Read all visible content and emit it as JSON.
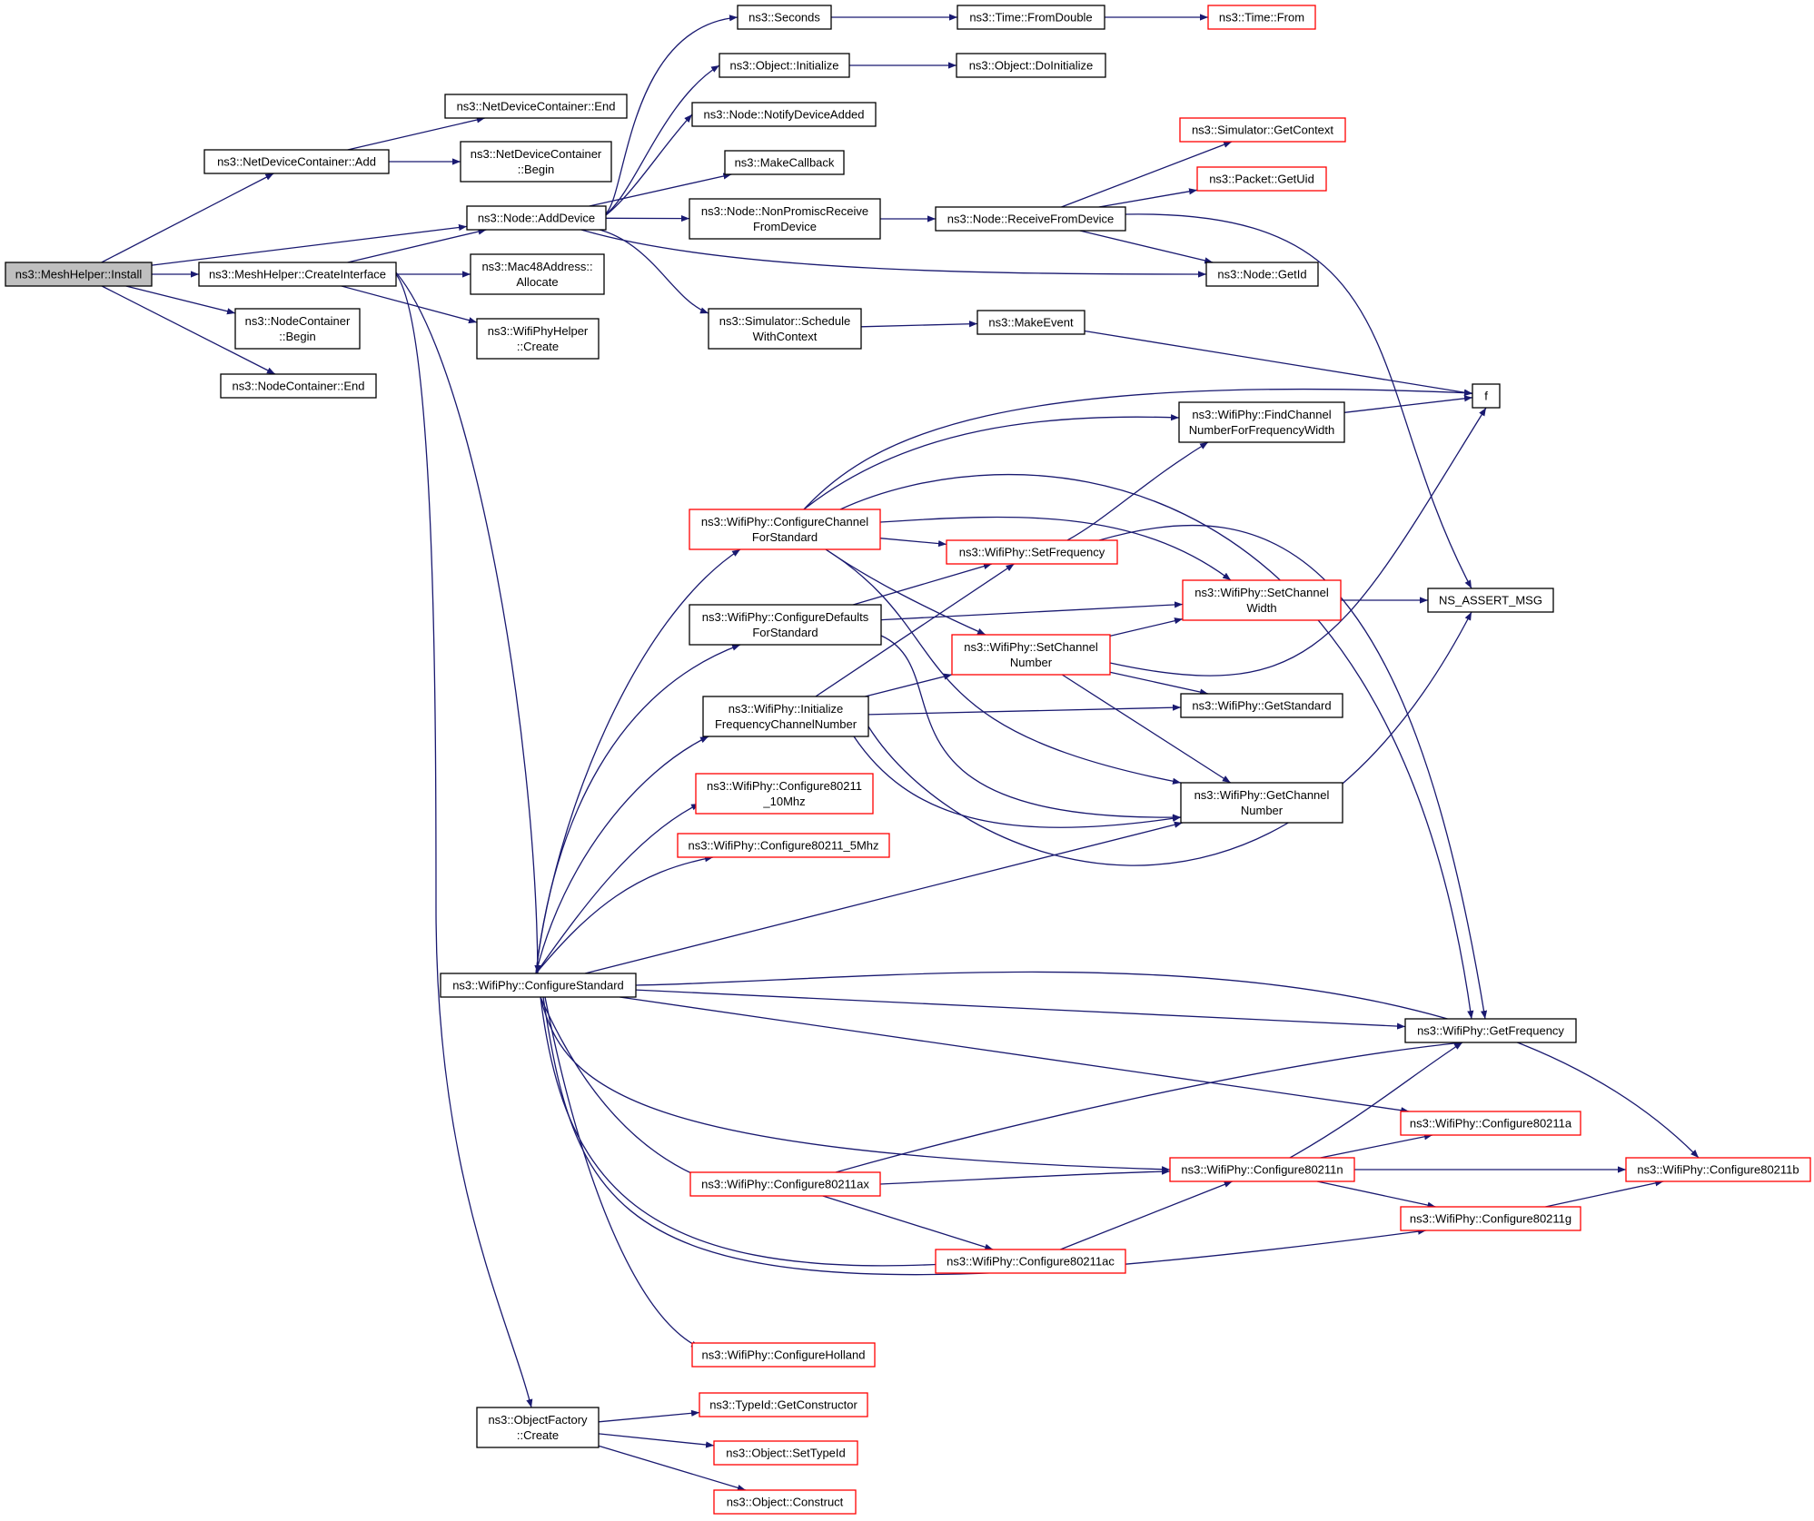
{
  "colors": {
    "edge": "#191970",
    "root_fill": "#bfbfbf",
    "node_fill": "#ffffff",
    "documented_border": "#000000",
    "undocumented_border": "#ff0000"
  },
  "nodes": [
    {
      "id": "install",
      "lines": [
        "ns3::MeshHelper::Install"
      ],
      "kind": "root"
    },
    {
      "id": "ndc_add",
      "lines": [
        "ns3::NetDeviceContainer::Add"
      ],
      "kind": "normal"
    },
    {
      "id": "ndc_end",
      "lines": [
        "ns3::NetDeviceContainer::End"
      ],
      "kind": "normal"
    },
    {
      "id": "ndc_begin",
      "lines": [
        "ns3::NetDeviceContainer",
        "::Begin"
      ],
      "kind": "normal"
    },
    {
      "id": "node_adddevice",
      "lines": [
        "ns3::Node::AddDevice"
      ],
      "kind": "normal"
    },
    {
      "id": "createinterface",
      "lines": [
        "ns3::MeshHelper::CreateInterface"
      ],
      "kind": "normal"
    },
    {
      "id": "nc_begin",
      "lines": [
        "ns3::NodeContainer",
        "::Begin"
      ],
      "kind": "normal"
    },
    {
      "id": "nc_end",
      "lines": [
        "ns3::NodeContainer::End"
      ],
      "kind": "normal"
    },
    {
      "id": "seconds",
      "lines": [
        "ns3::Seconds"
      ],
      "kind": "normal"
    },
    {
      "id": "time_fromdouble",
      "lines": [
        "ns3::Time::FromDouble"
      ],
      "kind": "normal"
    },
    {
      "id": "time_from",
      "lines": [
        "ns3::Time::From"
      ],
      "kind": "red"
    },
    {
      "id": "obj_initialize",
      "lines": [
        "ns3::Object::Initialize"
      ],
      "kind": "normal"
    },
    {
      "id": "obj_doinitialize",
      "lines": [
        "ns3::Object::DoInitialize"
      ],
      "kind": "normal"
    },
    {
      "id": "node_notify",
      "lines": [
        "ns3::Node::NotifyDeviceAdded"
      ],
      "kind": "normal"
    },
    {
      "id": "makecallback",
      "lines": [
        "ns3::MakeCallback"
      ],
      "kind": "normal"
    },
    {
      "id": "sim_getcontext",
      "lines": [
        "ns3::Simulator::GetContext"
      ],
      "kind": "red"
    },
    {
      "id": "packet_getuid",
      "lines": [
        "ns3::Packet::GetUid"
      ],
      "kind": "red"
    },
    {
      "id": "node_nonpromisc",
      "lines": [
        "ns3::Node::NonPromiscReceive",
        "FromDevice"
      ],
      "kind": "normal"
    },
    {
      "id": "node_receive",
      "lines": [
        "ns3::Node::ReceiveFromDevice"
      ],
      "kind": "normal"
    },
    {
      "id": "mac48_allocate",
      "lines": [
        "ns3::Mac48Address::",
        "Allocate"
      ],
      "kind": "normal"
    },
    {
      "id": "node_getid",
      "lines": [
        "ns3::Node::GetId"
      ],
      "kind": "normal"
    },
    {
      "id": "wifiphyhelper_create",
      "lines": [
        "ns3::WifiPhyHelper",
        "::Create"
      ],
      "kind": "normal"
    },
    {
      "id": "sim_schedule",
      "lines": [
        "ns3::Simulator::Schedule",
        "WithContext"
      ],
      "kind": "normal"
    },
    {
      "id": "makeevent",
      "lines": [
        "ns3::MakeEvent"
      ],
      "kind": "normal"
    },
    {
      "id": "f",
      "lines": [
        "f"
      ],
      "kind": "normal"
    },
    {
      "id": "findchannel",
      "lines": [
        "ns3::WifiPhy::FindChannel",
        "NumberForFrequencyWidth"
      ],
      "kind": "normal"
    },
    {
      "id": "cfgchannel",
      "lines": [
        "ns3::WifiPhy::ConfigureChannel",
        "ForStandard"
      ],
      "kind": "red"
    },
    {
      "id": "setfrequency",
      "lines": [
        "ns3::WifiPhy::SetFrequency"
      ],
      "kind": "red"
    },
    {
      "id": "setchannelwidth",
      "lines": [
        "ns3::WifiPhy::SetChannel",
        "Width"
      ],
      "kind": "red"
    },
    {
      "id": "ns_assert",
      "lines": [
        "NS_ASSERT_MSG"
      ],
      "kind": "normal"
    },
    {
      "id": "cfgdefaults",
      "lines": [
        "ns3::WifiPhy::ConfigureDefaults",
        "ForStandard"
      ],
      "kind": "normal"
    },
    {
      "id": "setchannelnumber",
      "lines": [
        "ns3::WifiPhy::SetChannel",
        "Number"
      ],
      "kind": "red"
    },
    {
      "id": "initfreq",
      "lines": [
        "ns3::WifiPhy::Initialize",
        "FrequencyChannelNumber"
      ],
      "kind": "normal"
    },
    {
      "id": "getstandard",
      "lines": [
        "ns3::WifiPhy::GetStandard"
      ],
      "kind": "normal"
    },
    {
      "id": "cfg10mhz",
      "lines": [
        "ns3::WifiPhy::Configure80211",
        "_10Mhz"
      ],
      "kind": "red"
    },
    {
      "id": "getchannelnumber",
      "lines": [
        "ns3::WifiPhy::GetChannel",
        "Number"
      ],
      "kind": "normal"
    },
    {
      "id": "cfg5mhz",
      "lines": [
        "ns3::WifiPhy::Configure80211_5Mhz"
      ],
      "kind": "red"
    },
    {
      "id": "cfgstandard",
      "lines": [
        "ns3::WifiPhy::ConfigureStandard"
      ],
      "kind": "normal"
    },
    {
      "id": "getfrequency",
      "lines": [
        "ns3::WifiPhy::GetFrequency"
      ],
      "kind": "normal"
    },
    {
      "id": "cfg80211a",
      "lines": [
        "ns3::WifiPhy::Configure80211a"
      ],
      "kind": "red"
    },
    {
      "id": "cfg80211n",
      "lines": [
        "ns3::WifiPhy::Configure80211n"
      ],
      "kind": "red"
    },
    {
      "id": "cfg80211b",
      "lines": [
        "ns3::WifiPhy::Configure80211b"
      ],
      "kind": "red"
    },
    {
      "id": "cfg80211ax",
      "lines": [
        "ns3::WifiPhy::Configure80211ax"
      ],
      "kind": "red"
    },
    {
      "id": "cfg80211g",
      "lines": [
        "ns3::WifiPhy::Configure80211g"
      ],
      "kind": "red"
    },
    {
      "id": "cfg80211ac",
      "lines": [
        "ns3::WifiPhy::Configure80211ac"
      ],
      "kind": "red"
    },
    {
      "id": "cfgholland",
      "lines": [
        "ns3::WifiPhy::ConfigureHolland"
      ],
      "kind": "red"
    },
    {
      "id": "objfactory_create",
      "lines": [
        "ns3::ObjectFactory",
        "::Create"
      ],
      "kind": "normal"
    },
    {
      "id": "typeid_getconstructor",
      "lines": [
        "ns3::TypeId::GetConstructor"
      ],
      "kind": "red"
    },
    {
      "id": "obj_settypeid",
      "lines": [
        "ns3::Object::SetTypeId"
      ],
      "kind": "red"
    },
    {
      "id": "obj_construct",
      "lines": [
        "ns3::Object::Construct"
      ],
      "kind": "red"
    }
  ],
  "edges": [
    {
      "from": "install",
      "to": "ndc_add"
    },
    {
      "from": "install",
      "to": "node_adddevice"
    },
    {
      "from": "install",
      "to": "createinterface"
    },
    {
      "from": "install",
      "to": "nc_begin"
    },
    {
      "from": "install",
      "to": "nc_end"
    },
    {
      "from": "ndc_add",
      "to": "ndc_end"
    },
    {
      "from": "ndc_add",
      "to": "ndc_begin"
    },
    {
      "from": "createinterface",
      "to": "node_adddevice"
    },
    {
      "from": "createinterface",
      "to": "mac48_allocate"
    },
    {
      "from": "createinterface",
      "to": "wifiphyhelper_create"
    },
    {
      "from": "createinterface",
      "to": "cfgstandard"
    },
    {
      "from": "createinterface",
      "to": "objfactory_create"
    },
    {
      "from": "node_adddevice",
      "to": "seconds"
    },
    {
      "from": "node_adddevice",
      "to": "obj_initialize"
    },
    {
      "from": "node_adddevice",
      "to": "node_notify"
    },
    {
      "from": "node_adddevice",
      "to": "makecallback"
    },
    {
      "from": "node_adddevice",
      "to": "node_nonpromisc"
    },
    {
      "from": "node_adddevice",
      "to": "node_getid"
    },
    {
      "from": "node_adddevice",
      "to": "sim_schedule"
    },
    {
      "from": "seconds",
      "to": "time_fromdouble"
    },
    {
      "from": "time_fromdouble",
      "to": "time_from"
    },
    {
      "from": "obj_initialize",
      "to": "obj_doinitialize"
    },
    {
      "from": "node_nonpromisc",
      "to": "node_receive"
    },
    {
      "from": "node_receive",
      "to": "sim_getcontext"
    },
    {
      "from": "node_receive",
      "to": "packet_getuid"
    },
    {
      "from": "node_receive",
      "to": "node_getid"
    },
    {
      "from": "node_receive",
      "to": "ns_assert"
    },
    {
      "from": "sim_schedule",
      "to": "makeevent"
    },
    {
      "from": "makeevent",
      "to": "f"
    },
    {
      "from": "findchannel",
      "to": "f"
    },
    {
      "from": "cfgchannel",
      "to": "f"
    },
    {
      "from": "cfgchannel",
      "to": "findchannel"
    },
    {
      "from": "cfgchannel",
      "to": "getfrequency"
    },
    {
      "from": "cfgchannel",
      "to": "setfrequency"
    },
    {
      "from": "cfgchannel",
      "to": "setchannelwidth"
    },
    {
      "from": "cfgchannel",
      "to": "setchannelnumber"
    },
    {
      "from": "cfgchannel",
      "to": "getchannelnumber"
    },
    {
      "from": "setfrequency",
      "to": "findchannel"
    },
    {
      "from": "setfrequency",
      "to": "getfrequency"
    },
    {
      "from": "setchannelwidth",
      "to": "ns_assert"
    },
    {
      "from": "cfgdefaults",
      "to": "setfrequency"
    },
    {
      "from": "cfgdefaults",
      "to": "setchannelwidth"
    },
    {
      "from": "cfgdefaults",
      "to": "getchannelnumber"
    },
    {
      "from": "setchannelnumber",
      "to": "setchannelwidth"
    },
    {
      "from": "setchannelnumber",
      "to": "f"
    },
    {
      "from": "setchannelnumber",
      "to": "getstandard"
    },
    {
      "from": "setchannelnumber",
      "to": "getchannelnumber"
    },
    {
      "from": "initfreq",
      "to": "setfrequency"
    },
    {
      "from": "initfreq",
      "to": "setchannelnumber"
    },
    {
      "from": "initfreq",
      "to": "getstandard"
    },
    {
      "from": "initfreq",
      "to": "getchannelnumber"
    },
    {
      "from": "initfreq",
      "to": "ns_assert"
    },
    {
      "from": "cfgstandard",
      "to": "cfgchannel"
    },
    {
      "from": "cfgstandard",
      "to": "cfgdefaults"
    },
    {
      "from": "cfgstandard",
      "to": "initfreq"
    },
    {
      "from": "cfgstandard",
      "to": "cfg10mhz"
    },
    {
      "from": "cfgstandard",
      "to": "cfg5mhz"
    },
    {
      "from": "cfgstandard",
      "to": "getchannelnumber"
    },
    {
      "from": "cfgstandard",
      "to": "cfg80211b"
    },
    {
      "from": "cfgstandard",
      "to": "getfrequency"
    },
    {
      "from": "cfgstandard",
      "to": "cfg80211a"
    },
    {
      "from": "cfgstandard",
      "to": "cfg80211n"
    },
    {
      "from": "cfgstandard",
      "to": "cfg80211ax"
    },
    {
      "from": "cfgstandard",
      "to": "cfg80211ac"
    },
    {
      "from": "cfgstandard",
      "to": "cfg80211g"
    },
    {
      "from": "cfgstandard",
      "to": "cfgholland"
    },
    {
      "from": "cfg80211n",
      "to": "getfrequency"
    },
    {
      "from": "cfg80211n",
      "to": "cfg80211a"
    },
    {
      "from": "cfg80211n",
      "to": "cfg80211b"
    },
    {
      "from": "cfg80211n",
      "to": "cfg80211g"
    },
    {
      "from": "cfg80211ax",
      "to": "getfrequency"
    },
    {
      "from": "cfg80211ax",
      "to": "cfg80211n"
    },
    {
      "from": "cfg80211ax",
      "to": "cfg80211ac"
    },
    {
      "from": "cfg80211ac",
      "to": "cfg80211n"
    },
    {
      "from": "cfg80211g",
      "to": "cfg80211b"
    },
    {
      "from": "objfactory_create",
      "to": "typeid_getconstructor"
    },
    {
      "from": "objfactory_create",
      "to": "obj_settypeid"
    },
    {
      "from": "objfactory_create",
      "to": "obj_construct"
    }
  ]
}
